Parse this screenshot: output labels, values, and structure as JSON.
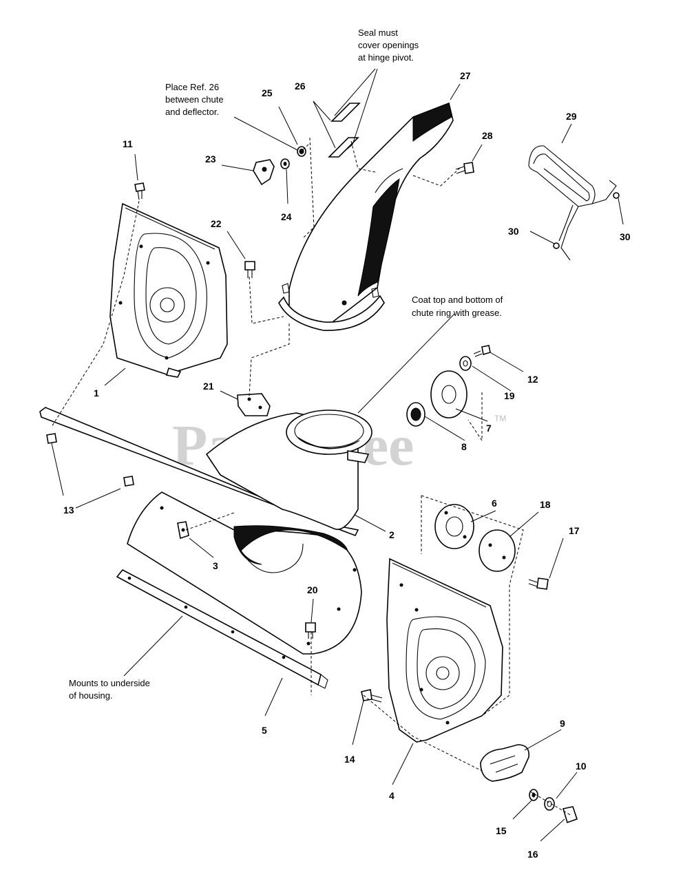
{
  "watermark": {
    "text": "PartsTree",
    "tm": "TM"
  },
  "notes": {
    "seal_line1": "Seal must",
    "seal_line2": "cover openings",
    "seal_line3": "at hinge pivot.",
    "place_line1": "Place Ref. 26",
    "place_line2": "between chute",
    "place_line3": "and deflector.",
    "coat_line1": "Coat top and bottom of",
    "coat_line2": "chute ring with grease.",
    "mounts_line1": "Mounts to underside",
    "mounts_line2": "of housing."
  },
  "callouts": {
    "n1": "1",
    "n2": "2",
    "n3": "3",
    "n4": "4",
    "n5": "5",
    "n6": "6",
    "n7": "7",
    "n8": "8",
    "n9": "9",
    "n10": "10",
    "n11": "11",
    "n12": "12",
    "n13": "13",
    "n14": "14",
    "n15": "15",
    "n16": "16",
    "n17": "17",
    "n18": "18",
    "n19": "19",
    "n20": "20",
    "n21": "21",
    "n22": "22",
    "n23": "23",
    "n24": "24",
    "n25": "25",
    "n26": "26",
    "n27": "27",
    "n28": "28",
    "n29": "29",
    "n30a": "30",
    "n30b": "30"
  }
}
